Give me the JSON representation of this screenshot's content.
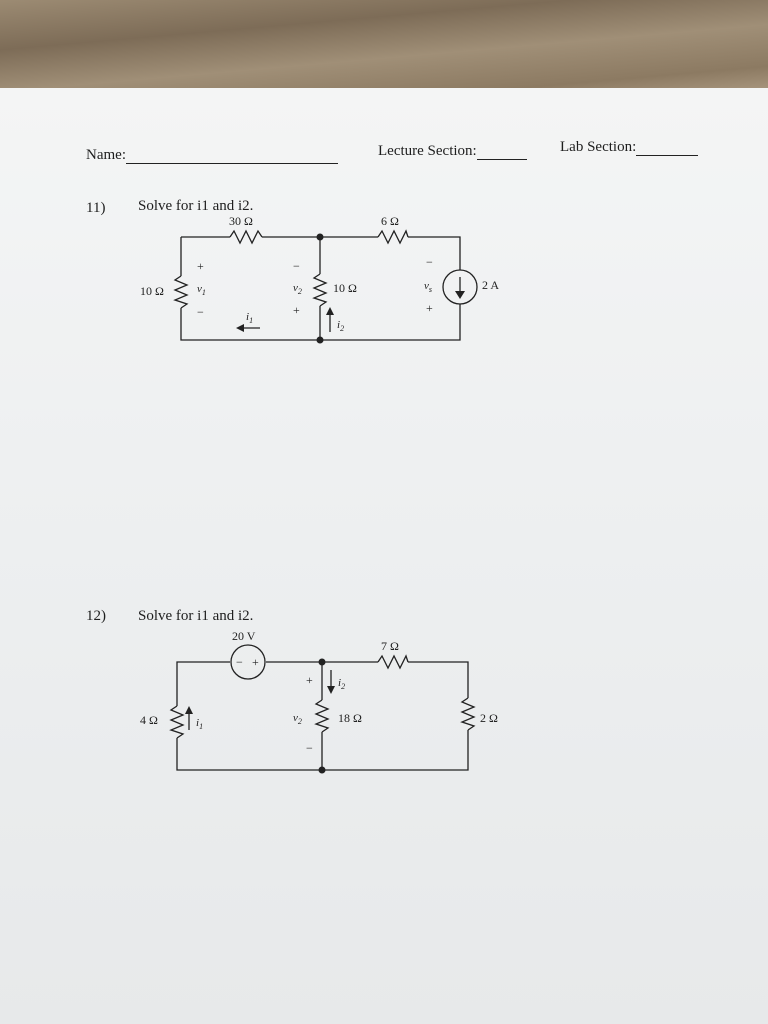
{
  "header": {
    "name_label": "Name:",
    "lecture_label": "Lecture Section:",
    "lab_label": "Lab Section:"
  },
  "problem11": {
    "number": "11)",
    "prompt": "Solve for i1 and i2.",
    "r_top_left": "30 Ω",
    "r_top_right": "6 Ω",
    "r_left": "10 Ω",
    "r_mid": "10 Ω",
    "source": "2 A",
    "v1": "v",
    "v1_sub": "1",
    "v2": "v",
    "v2_sub": "2",
    "vs": "v",
    "vs_sub": "s",
    "i1": "i",
    "i1_sub": "1",
    "i2": "i",
    "i2_sub": "2",
    "plus": "+",
    "minus": "−"
  },
  "problem12": {
    "number": "12)",
    "prompt": "Solve for i1 and i2.",
    "source": "20 V",
    "r_top": "7 Ω",
    "r_left": "4 Ω",
    "r_mid": "18 Ω",
    "r_right": "2 Ω",
    "v2": "v",
    "v2_sub": "2",
    "i1": "i",
    "i1_sub": "1",
    "i2": "i",
    "i2_sub": "2",
    "plus": "+",
    "minus": "−"
  }
}
